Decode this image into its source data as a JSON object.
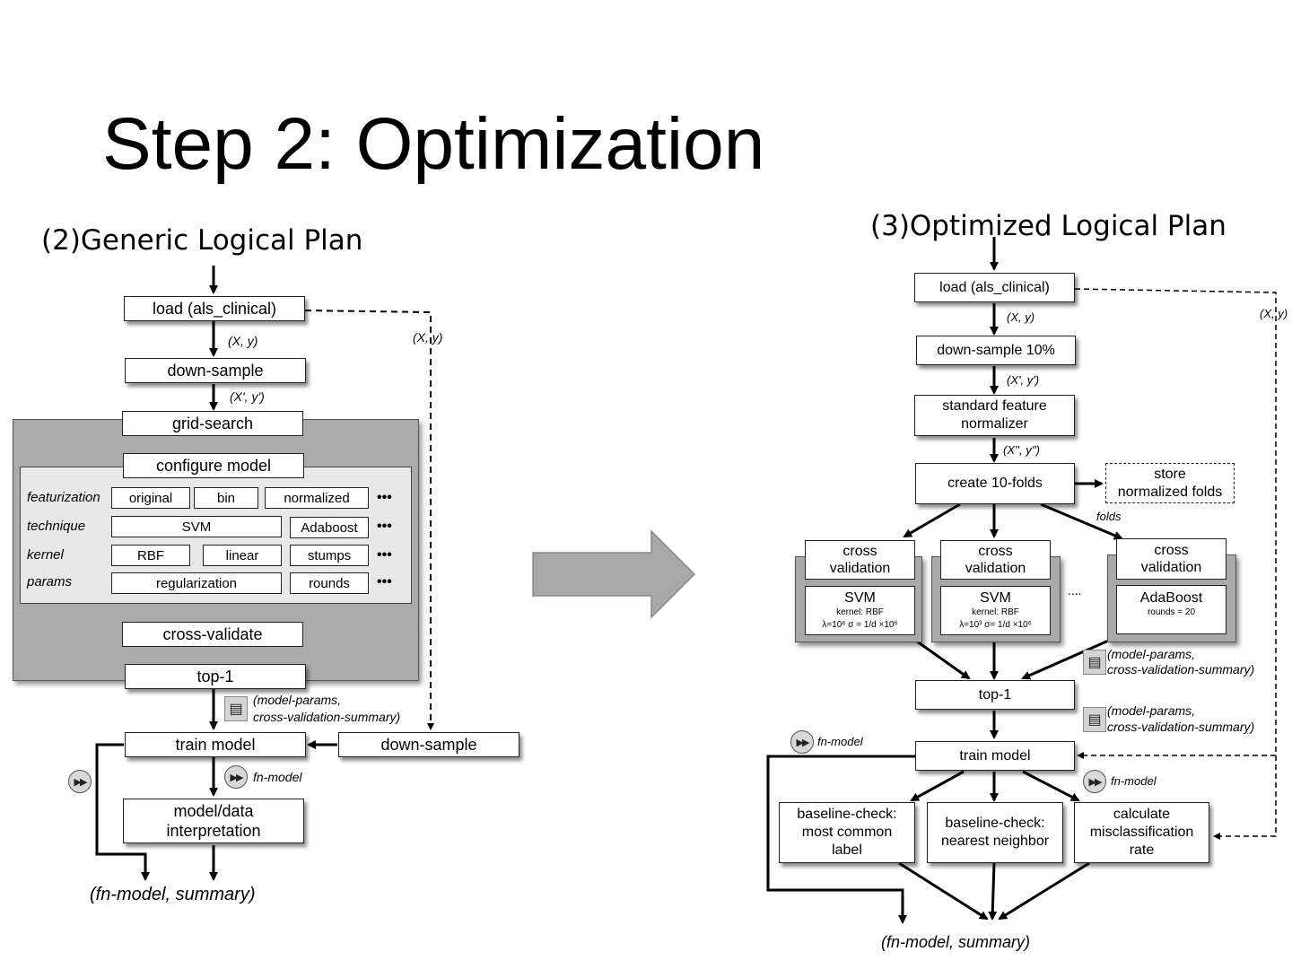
{
  "slide_title": "Step 2: Optimization",
  "left": {
    "title": "(2)Generic Logical Plan",
    "load": "load (als_clinical)",
    "xy": "(X, y)",
    "xy_side": "(X, y)",
    "downsample": "down-sample",
    "xy_prime": "(X', y')",
    "grid_search": "grid-search",
    "configure_model": "configure model",
    "rows": {
      "featurization": "featurization",
      "technique": "technique",
      "kernel": "kernel",
      "params": "params"
    },
    "chips": {
      "original": "original",
      "bin": "bin",
      "normalized": "normalized",
      "svm": "SVM",
      "adaboost": "Adaboost",
      "rbf": "RBF",
      "linear": "linear",
      "stumps": "stumps",
      "regularization": "regularization",
      "rounds": "rounds"
    },
    "ellipsis": "•••",
    "cross_validate": "cross-validate",
    "top1": "top-1",
    "model_params_1": "(model-params,",
    "model_params_2": "cross-validation-summary)",
    "train_model": "train model",
    "downsample2": "down-sample",
    "fn_model": "fn-model",
    "interp_1": "model/data",
    "interp_2": "interpretation",
    "output": "(fn-model, summary)"
  },
  "right": {
    "title": "(3)Optimized Logical Plan",
    "load": "load (als_clinical)",
    "xy": "(X, y)",
    "xy_side": "(X, y)",
    "downsample": "down-sample 10%",
    "xy_prime": "(X', y')",
    "normalizer_1": "standard feature",
    "normalizer_2": "normalizer",
    "xy_dprime": "(X'', y'')",
    "create_folds": "create 10-folds",
    "store_1": "store",
    "store_2": "normalized folds",
    "folds": "folds",
    "cv_1": "cross",
    "cv_2": "validation",
    "svm": "SVM",
    "kernel_rbf": "kernel: RBF",
    "svm1_params": "λ=10⁶   σ  = 1/d ×10⁶",
    "svm2_params": "λ=10³   σ= 1/d ×10⁶",
    "adaboost": "AdaBoost",
    "rounds": "rounds = 20",
    "dots": "....",
    "model_params_1": "(model-params,",
    "model_params_2": "cross-validation-summary)",
    "top1": "top-1",
    "fn_model": "fn-model",
    "train_model": "train model",
    "b1_1": "baseline-check:",
    "b1_2": "most common",
    "b1_3": "label",
    "b2_1": "baseline-check:",
    "b2_2": "nearest neighbor",
    "b3_1": "calculate",
    "b3_2": "misclassification",
    "b3_3": "rate",
    "output": "(fn-model, summary)"
  },
  "icons": {
    "fast_forward": "fast-forward-icon",
    "document": "document-icon"
  }
}
